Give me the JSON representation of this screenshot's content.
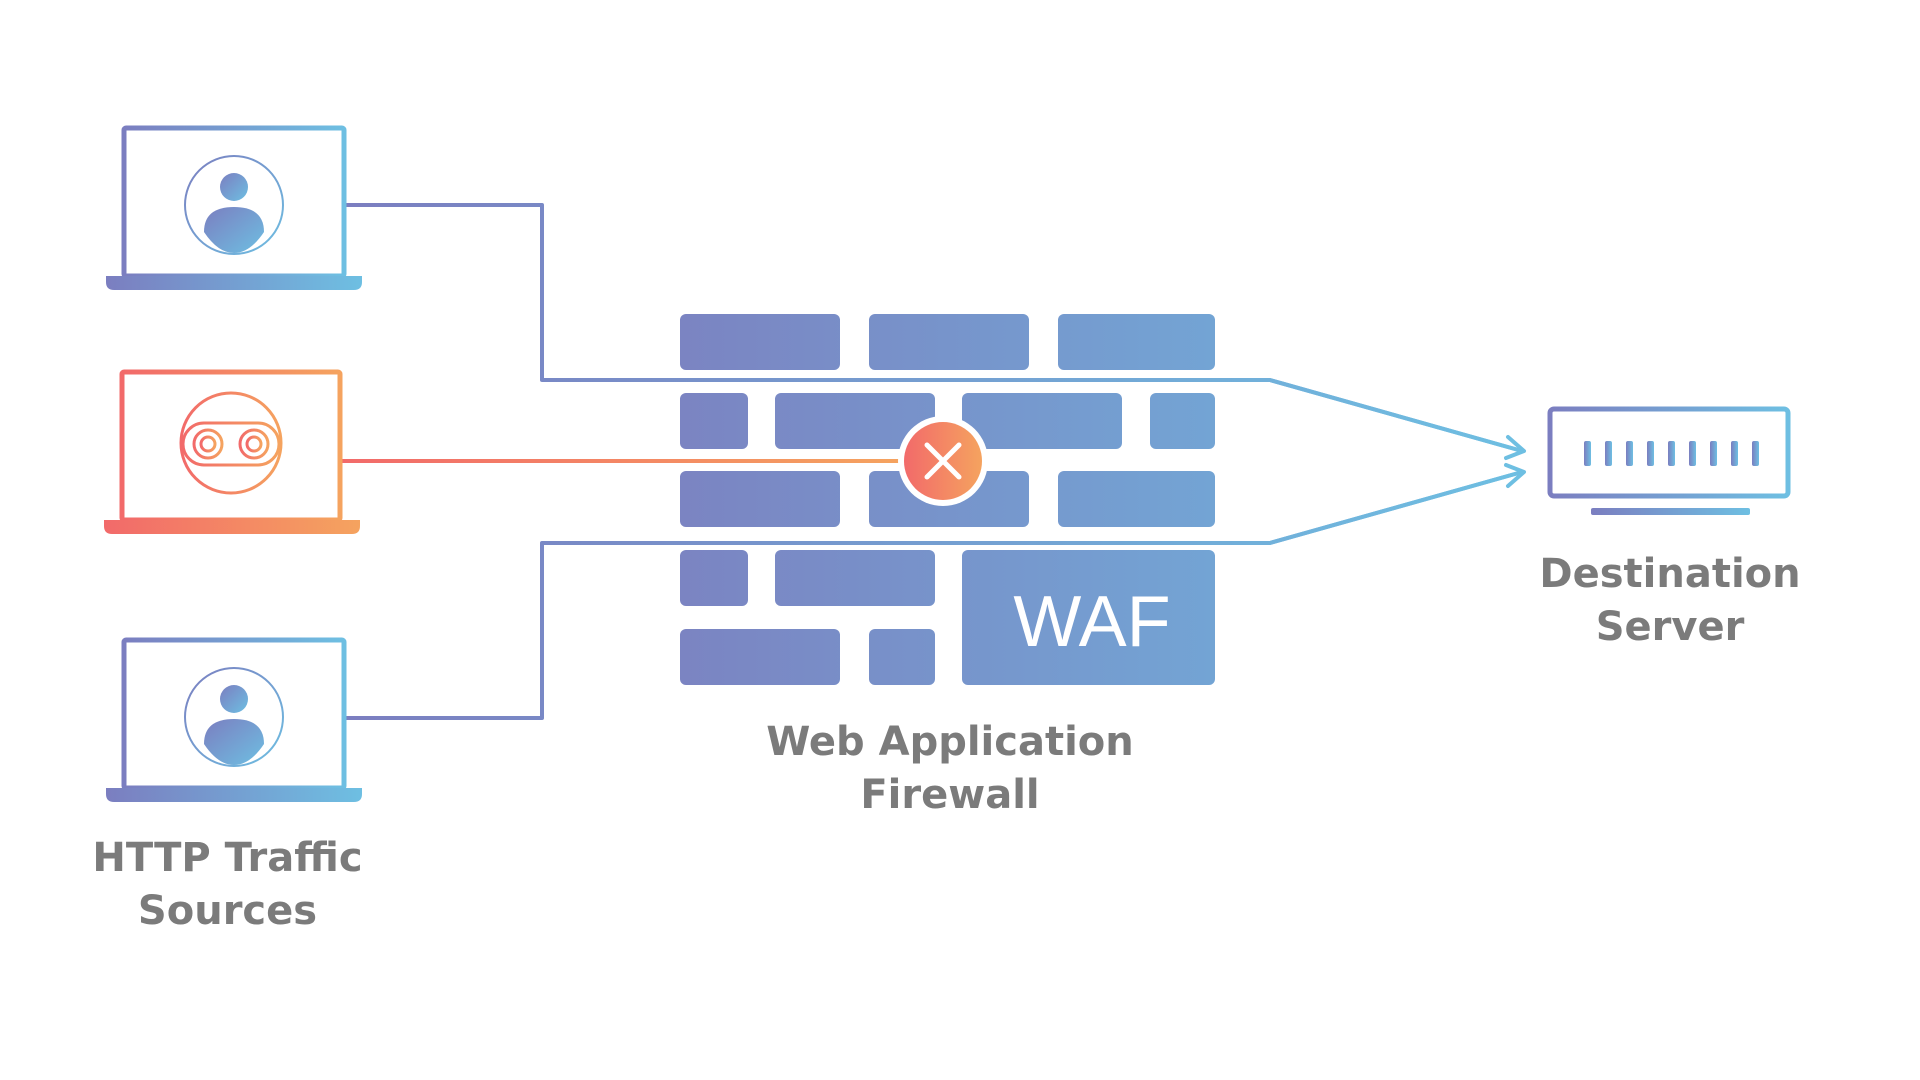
{
  "diagram": {
    "waf_text": "WAF",
    "sources_label": {
      "line1": "HTTP Traffic",
      "line2": "Sources"
    },
    "waf_label": {
      "line1": "Web Application",
      "line2": "Firewall"
    },
    "destination_label": {
      "line1": "Destination",
      "line2": "Server"
    },
    "nodes": {
      "laptop_top": "user-icon",
      "laptop_middle": "bot-icon",
      "laptop_bottom": "user-icon",
      "firewall": "brick-wall",
      "blocked_marker": "close-icon",
      "destination": "server-icon"
    },
    "colors": {
      "primary_start": "#7b7ec0",
      "primary_end": "#6ebfe2",
      "threat_start": "#f26a6a",
      "threat_end": "#f5a35f",
      "wall": "#7a94c8",
      "label": "#7b7b7b"
    }
  }
}
